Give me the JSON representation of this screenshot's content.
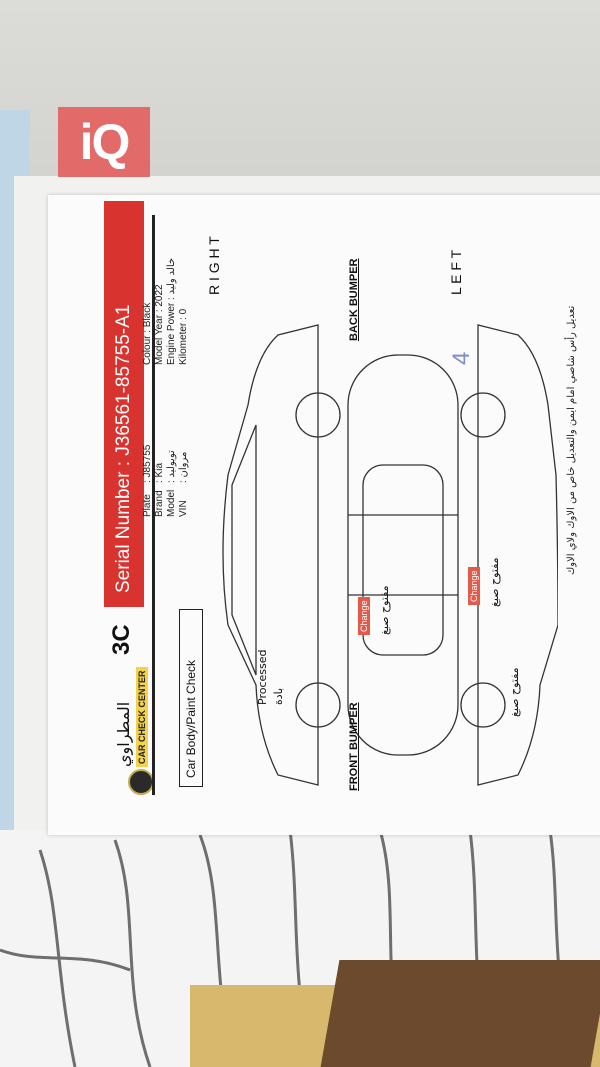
{
  "watermark": {
    "text": "iQ"
  },
  "sheet": {
    "center_name_ar": "المطراوي",
    "center_name_en": "CAR CHECK CENTER",
    "brand_mark": "3C",
    "serial_number": "Serial Number : J36561-85755-A1",
    "title": "Car Body/Paint Check",
    "vehicle": {
      "plate_label": "Plate",
      "plate_value": ": J85755",
      "brand_label": "Brand",
      "brand_value": ": Kia",
      "model_label": "Model",
      "model_value": ": تويوليد",
      "vin_label": "VIN",
      "vin_value": ": مروان"
    },
    "specs": {
      "colour": "Colour         : Black",
      "model_year": "Model Year  : 2022",
      "engine_power": "Engine Power : خالد وليد",
      "kilometer": "Kilometer      : 0"
    },
    "labels": {
      "front_bumper": "FRONT BUMPER",
      "back_bumper": "BACK BUMPER",
      "right_letters": "R I G H T",
      "left_letters": "L E F T"
    },
    "annotations": {
      "change_1": "Change",
      "change_2": "Change",
      "processed": "Processed",
      "handwriting_1": "مفتوح صبغ",
      "handwriting_2": "مفتوح صبغ",
      "handwriting_3": "مفتوح صبغ",
      "handwriting_4": "بادة",
      "digit": "4"
    },
    "footer_note": "تعديل رأس شاصي امام ايمن والتعديل خاص من الاوك ولاي الاوك"
  }
}
